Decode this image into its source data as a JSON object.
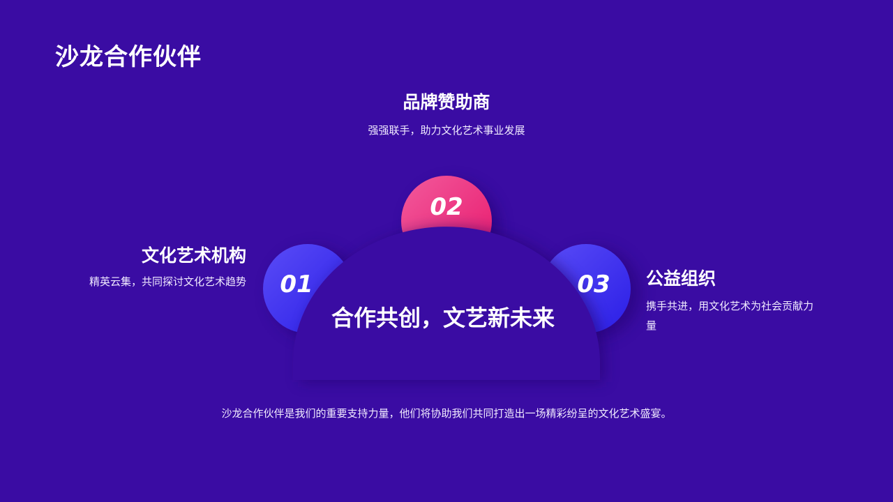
{
  "title": "沙龙合作伙伴",
  "partners": [
    {
      "number": "01",
      "title": "文化艺术机构",
      "description": "精英云集，共同探讨文化艺术趋势",
      "color": "#3b2cf0"
    },
    {
      "number": "02",
      "title": "品牌赞助商",
      "description": "强强联手，助力文化艺术事业发展",
      "color": "#ef2a7a"
    },
    {
      "number": "03",
      "title": "公益组织",
      "description": "携手共进，用文化艺术为社会贡献力量",
      "color": "#3b2cf0"
    }
  ],
  "center_text": "合作共创，文艺新未来",
  "footer": "沙龙合作伙伴是我们的重要支持力量，他们将协助我们共同打造出一场精彩纷呈的文化艺术盛宴。",
  "colors": {
    "background": "#3a0ca3",
    "accent_pink": "#ef2a7a",
    "accent_blue": "#3b2cf0",
    "text": "#ffffff"
  }
}
